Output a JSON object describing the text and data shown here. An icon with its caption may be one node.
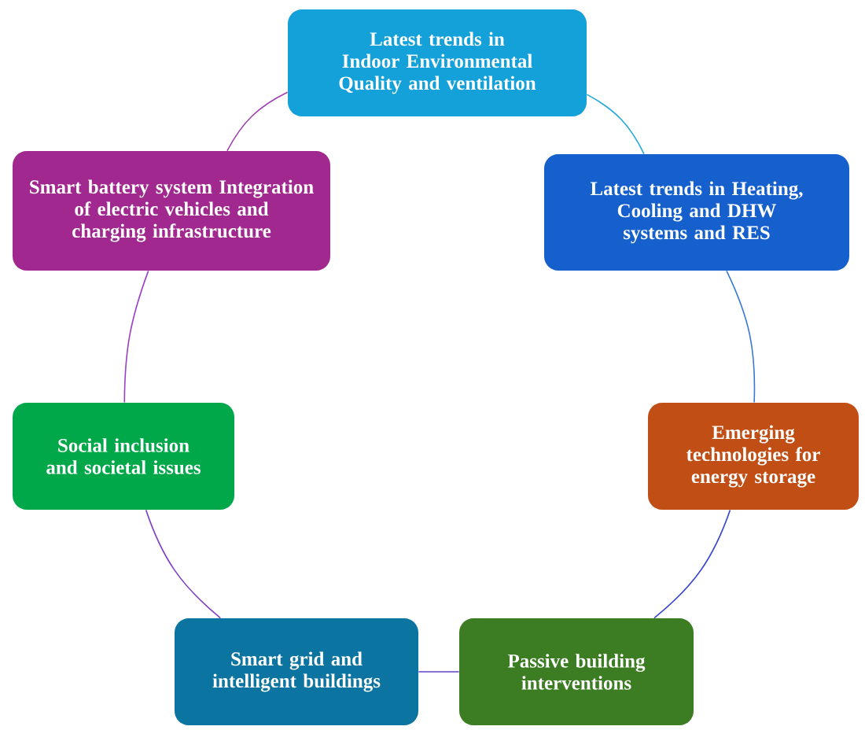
{
  "diagram": {
    "nodes": [
      {
        "text": [
          "Latest trends in Indoor Environmental Quality and ventilation"
        ]
      },
      {
        "text": [
          "Latest trends in Heating, Cooling and DHW systems and RES"
        ]
      },
      {
        "text": [
          "Emerging technologies for energy storage"
        ]
      },
      {
        "text": [
          "Passive building interventions"
        ]
      },
      {
        "text": [
          "Smart grid and intelligent buildings"
        ]
      },
      {
        "text": [
          "Social inclusion and societal issues"
        ]
      },
      {
        "text": [
          "Smart battery system Integration of electric vehicles and charging infrastructure"
        ]
      }
    ],
    "edges": [
      {
        "from": 0,
        "to": 1,
        "arrow": "none",
        "color": "#20a8d8"
      },
      {
        "from": 1,
        "to": 2,
        "arrow": "none",
        "color": "#3a78d8"
      },
      {
        "from": 2,
        "to": 3,
        "arrow": "none",
        "color": "#3848d0"
      },
      {
        "from": 3,
        "to": 4,
        "arrow": "none",
        "color": "#6040c8"
      },
      {
        "from": 4,
        "to": 5,
        "arrow": "none",
        "color": "#8040c8"
      },
      {
        "from": 5,
        "to": 6,
        "arrow": "none",
        "color": "#9a40c8"
      },
      {
        "from": 6,
        "to": 0,
        "arrow": "none",
        "color": "#a040b0"
      }
    ]
  }
}
